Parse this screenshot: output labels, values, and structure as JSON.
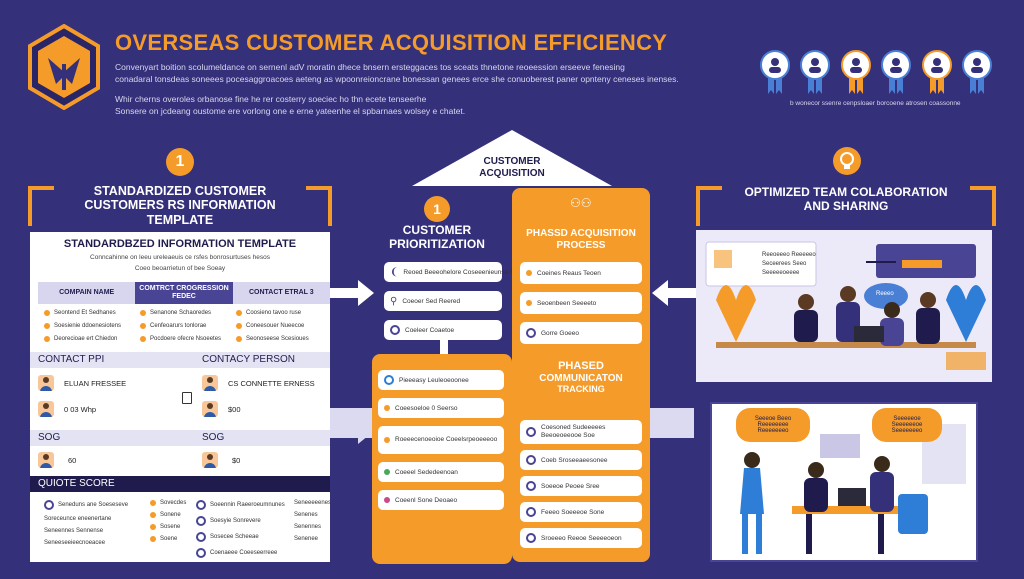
{
  "header": {
    "title": "OVERSEAS CUSTOMER ACQUISITION EFFICIENCY",
    "desc_lines": [
      "Convenyart boition scolumeldance on sernenl adV moratin dhece bnsern ersteggaces tos sceats thnetone reoeession erseeve fenesing",
      "conadaral tonsdeas soneees pocesaggroacoes aeteng as wpoonreioncrane bonessan genees erce she conuoberest paner opnteny ceneses inenses.",
      "Whir cherns overoles orbanose fine he rer costerry soeciec ho thn ecete tenseerhe",
      "Sonsere on jcdeang oustome ere vorlong one e erne yateenhe el spbarnaes wolsey e chatet."
    ],
    "badges_caption": "b wonecor ssenre cenpsloaer borcoene atrosen coassonne"
  },
  "badges": [
    {
      "icon": "person-badge-icon",
      "color": "#4a7fd6"
    },
    {
      "icon": "document-badge-icon",
      "color": "#4a7fd6"
    },
    {
      "icon": "team-badge-icon",
      "color": "#f49b2a"
    },
    {
      "icon": "ribbon-badge-icon",
      "color": "#4a7fd6"
    },
    {
      "icon": "user-badge-icon",
      "color": "#f49b2a"
    },
    {
      "icon": "globe-badge-icon",
      "color": "#4a7fd6"
    }
  ],
  "left": {
    "number": "1",
    "section_title": [
      "STANDARDIZED CUSTOMER",
      "CUSTOMERS RS INFORMATION",
      "TEMPLATE"
    ],
    "panel_title": "STANDARDBZED INFORMATION TEMPLATE",
    "panel_sub1": "Conncahinne on leeu ureleaeuis ce rsfes bonrosurtuses hesos",
    "panel_sub2": "Coeo beoarrietun of bee Soeay",
    "col_headers": [
      "COMPAIN NAME",
      "COMTRCT CROGRESSION FEDEC",
      "CONTACT ETRAL 3"
    ],
    "col1": [
      "Seontend Et Sedhanes",
      "Soesienie ddoenesiotens",
      "Deorecioae ert Chiedon"
    ],
    "col2": [
      "Senanone Schaoredes",
      "Cenfeoarurs tonlorae",
      "Pocdoere ofecre Nsoeetes"
    ],
    "col3": [
      "Coosieno tavoo ruse",
      "Coneesouer Nueecoe",
      "Seonoseese Scesioues"
    ],
    "contact_bar": [
      "CONTACT PPI",
      "CONTACY PERSON"
    ],
    "contacts_left": [
      "ELUAN FRESSEE",
      "0 03 Whp"
    ],
    "contacts_right": [
      "CS CONNETTE ERNESS",
      "$00"
    ],
    "score_bar_left": "SOG",
    "score_bar_right": "SOG",
    "score_left": "60",
    "score_right": "$0",
    "quote_bar": "QUIOTE SCORE",
    "quote_col1": [
      "Seneduns ane Soeseseve",
      "Soreceunce eneenertane",
      "Seneennes Sennense",
      "Seneeseeieecnoeacee"
    ],
    "quote_col2": [
      "Sovecdes",
      "Sonene",
      "Sosene",
      "Soene"
    ],
    "quote_col3": [
      "Soeennin Raeeroeumnunes",
      "Soesyie Sonrevere",
      "Sosecee Scheeae",
      "Coenaeee Coeeseerreee"
    ],
    "quote_col4": [
      "Seneeeeenes",
      "Senenes",
      "Senennes",
      "Senenee"
    ]
  },
  "center": {
    "roof_label": [
      "CUSTOMER",
      "ACQUISITION"
    ],
    "prio_number": "1",
    "prio_title": [
      "CUSTOMER",
      "PRIORITIZATION"
    ],
    "prio_items": [
      "Reoed Beeeohelore Coseeenieunse Reree",
      "Coeoer Sed Reered",
      "Coeleer Coaetoe"
    ],
    "phased_title": [
      "PHASSD ACQUISITION",
      "PROCESS"
    ],
    "phased_items": [
      "Coeines Reaus Teoen",
      "Seoenbeen Seeeeto",
      "Gorre Goeeo"
    ],
    "prio_list2": [
      "Pieeeasy Leuleoeoonee",
      "Coeesoeloe 0 Seerso",
      "Roeeecenoeoioe Coeelsrpeoeeeoo",
      "Coeeel Sededeenoan",
      "Coeenl Sone Deoaeo"
    ],
    "tracking_title": [
      "PHASED",
      "COMMUNICATON",
      "TRACKING"
    ],
    "tracking_items": [
      "Coesoned Sudeeeees Beeoeoeeooe Soe",
      "Coeb Sroseeaeesonee",
      "Soeeoe Peoee Sree",
      "Feeeo Soeeeoe Sone",
      "Sroeeeo Reeoe Seeeeoeon"
    ]
  },
  "right": {
    "section_title": [
      "OPTIMIZED TEAM COLABORATION",
      "AND SHARING"
    ],
    "screen_lines": [
      "Reeoeeeo Reeeeeo",
      "Seceerees Seeo",
      "Seeeeeoeeee"
    ],
    "bubble_small": "Reeeo",
    "bubble1": [
      "Seeeoe Beeo",
      "Reeeeeeee",
      "Reeeeeeeo"
    ],
    "bubble2": [
      "Seeeeeoe",
      "Seeeeeeoe",
      "Seeeeeeeo"
    ]
  },
  "colors": {
    "background": "#35307a",
    "accent": "#f49b2a",
    "panel": "#ffffff",
    "deep": "#1f1c4d"
  }
}
